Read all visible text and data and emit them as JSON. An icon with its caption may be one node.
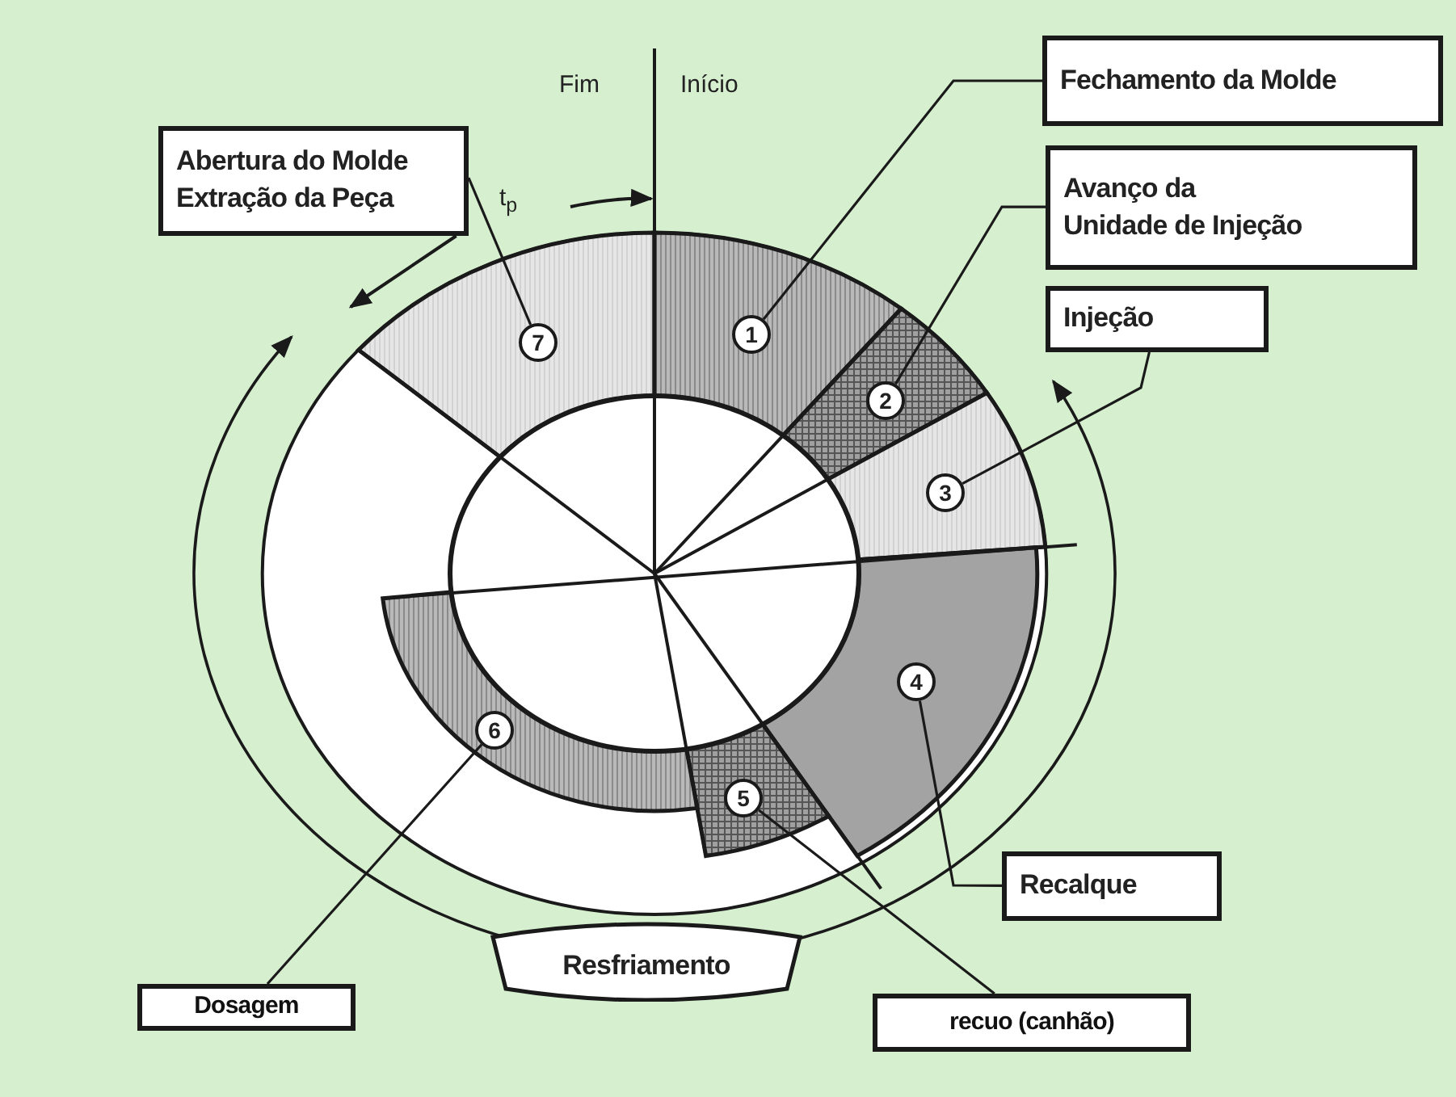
{
  "diagram": {
    "nodes": [
      {
        "text": [
          "Abertura do Molde Extração da Peça"
        ]
      },
      {
        "text": [
          "Fechamento da Molde"
        ]
      },
      {
        "text": [
          "Avanço da Unidade de Injeção"
        ]
      },
      {
        "text": [
          "Injeção"
        ]
      },
      {
        "text": [
          "1"
        ]
      },
      {
        "text": [
          "2"
        ]
      },
      {
        "text": [
          "3"
        ]
      },
      {
        "text": [
          "4"
        ]
      },
      {
        "text": [
          "5"
        ]
      },
      {
        "text": [
          "6"
        ]
      },
      {
        "text": [
          "7"
        ]
      },
      {
        "text": [
          "Recalque"
        ]
      },
      {
        "text": [
          "Resfriamento"
        ]
      },
      {
        "text": [
          "Dosagem"
        ]
      },
      {
        "text": [
          "recuo (canhão)"
        ]
      }
    ],
    "edges": [
      {
        "from": 0,
        "to": 10,
        "arrow": "none"
      },
      {
        "from": 0,
        "to": null,
        "arrow": "to"
      },
      {
        "from": 1,
        "to": 4,
        "arrow": "none"
      },
      {
        "from": 2,
        "to": 5,
        "arrow": "none"
      },
      {
        "from": 3,
        "to": 6,
        "arrow": "none"
      },
      {
        "from": 11,
        "to": 7,
        "arrow": "none"
      },
      {
        "from": 14,
        "to": 8,
        "arrow": "none"
      },
      {
        "from": 13,
        "to": 9,
        "arrow": "none"
      }
    ],
    "labels": [
      "Fim",
      "Início",
      "t$_{p}$"
    ]
  }
}
